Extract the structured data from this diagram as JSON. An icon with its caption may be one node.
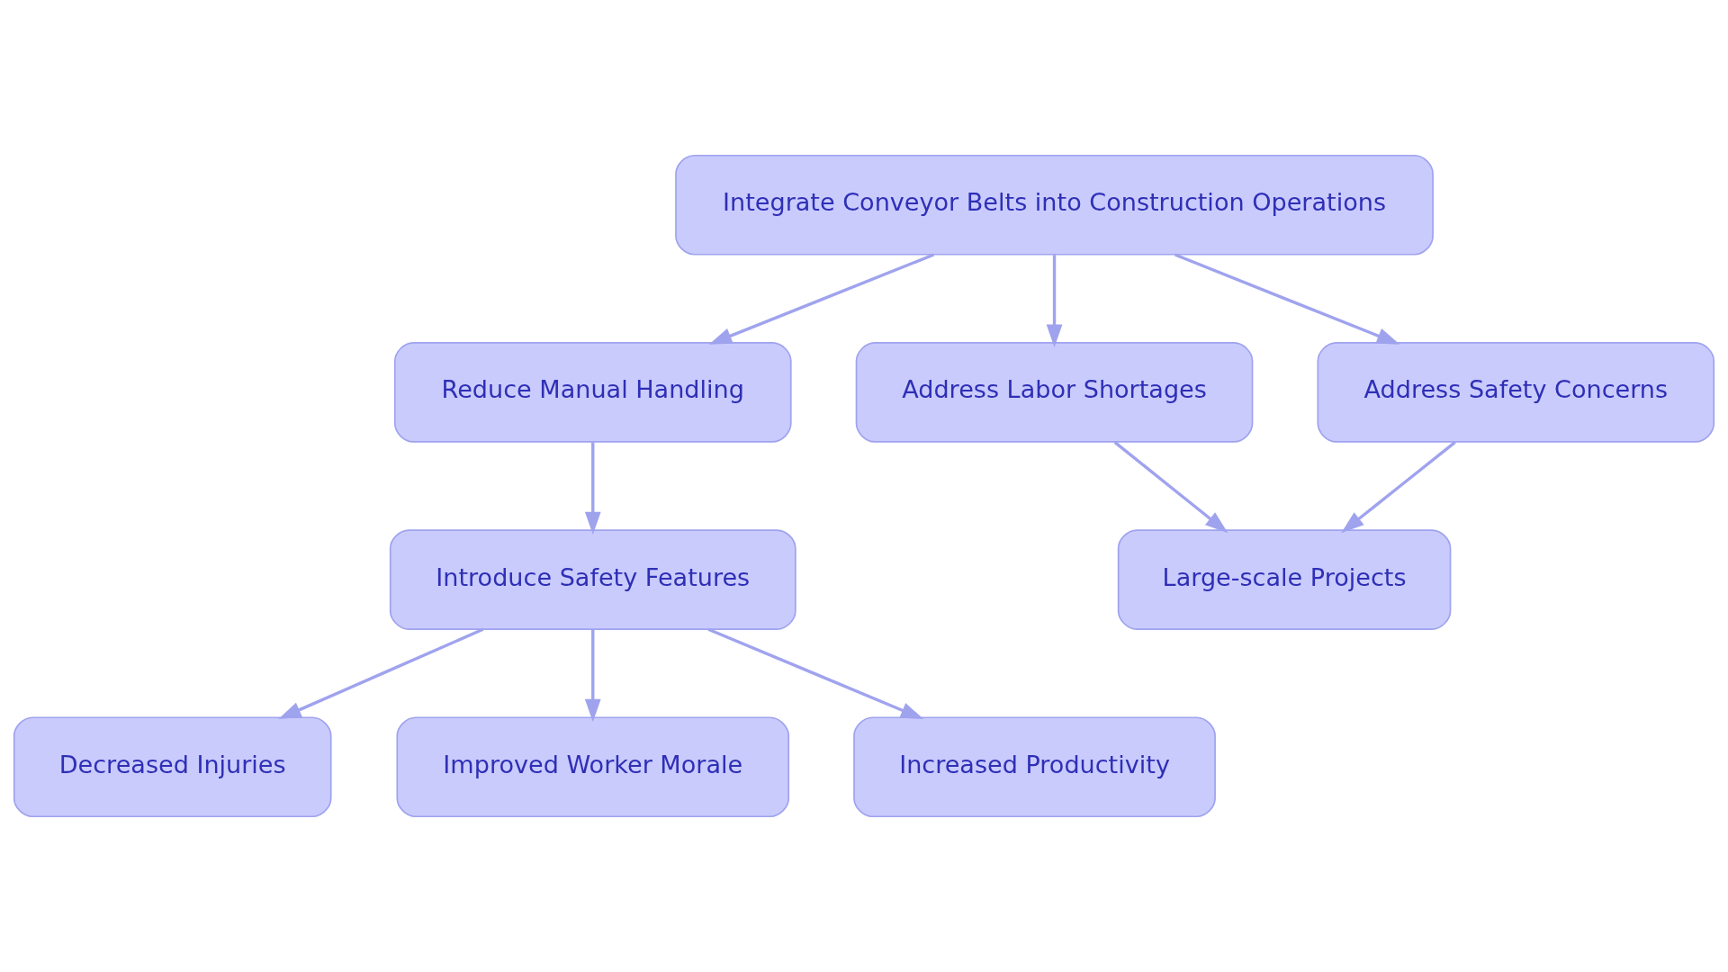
{
  "diagram": {
    "nodes": [
      {
        "text": [
          "Integrate Conveyor Belts into Construction Operations"
        ]
      },
      {
        "text": [
          "Reduce Manual Handling"
        ]
      },
      {
        "text": [
          "Address Labor Shortages"
        ]
      },
      {
        "text": [
          "Address Safety Concerns"
        ]
      },
      {
        "text": [
          "Introduce Safety Features"
        ]
      },
      {
        "text": [
          "Large-scale Projects"
        ]
      },
      {
        "text": [
          "Decreased Injuries"
        ]
      },
      {
        "text": [
          "Improved Worker Morale"
        ]
      },
      {
        "text": [
          "Increased Productivity"
        ]
      }
    ],
    "edges": [
      {
        "from": 0,
        "to": 1,
        "arrow": "to"
      },
      {
        "from": 0,
        "to": 2,
        "arrow": "to"
      },
      {
        "from": 0,
        "to": 3,
        "arrow": "to"
      },
      {
        "from": 1,
        "to": 4,
        "arrow": "to"
      },
      {
        "from": 2,
        "to": 5,
        "arrow": "to"
      },
      {
        "from": 3,
        "to": 5,
        "arrow": "to"
      },
      {
        "from": 4,
        "to": 6,
        "arrow": "to"
      },
      {
        "from": 4,
        "to": 7,
        "arrow": "to"
      },
      {
        "from": 4,
        "to": 8,
        "arrow": "to"
      }
    ]
  }
}
